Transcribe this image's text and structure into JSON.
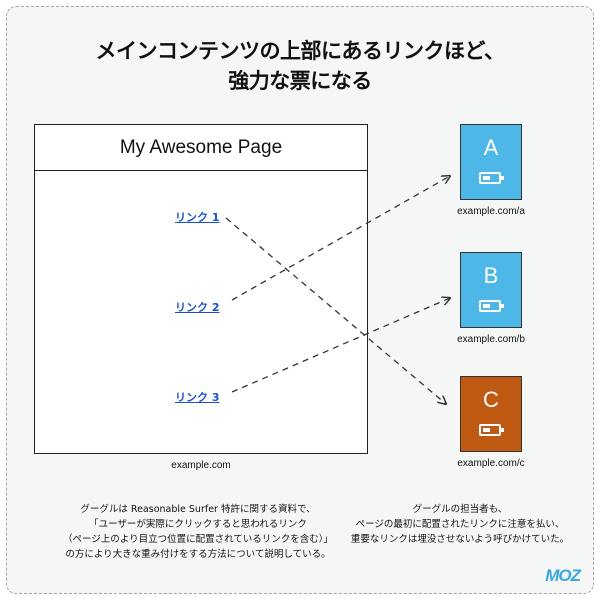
{
  "title": {
    "line1": "メインコンテンツの上部にあるリンクほど、",
    "line2": "強力な票になる"
  },
  "page": {
    "heading": "My Awesome Page",
    "links": [
      "リンク 1",
      "リンク 2",
      "リンク 3"
    ],
    "url": "example.com"
  },
  "targets": [
    {
      "letter": "A",
      "url": "example.com/a",
      "color": "#4db8e8",
      "icon": "battery-icon"
    },
    {
      "letter": "B",
      "url": "example.com/b",
      "color": "#4db8e8",
      "icon": "battery-icon"
    },
    {
      "letter": "C",
      "url": "example.com/c",
      "color": "#c05a12",
      "icon": "battery-icon"
    }
  ],
  "arrows": [
    {
      "from": "リンク 1",
      "to": "C"
    },
    {
      "from": "リンク 2",
      "to": "A"
    },
    {
      "from": "リンク 3",
      "to": "B"
    }
  ],
  "notes": {
    "left": [
      "グーグルは Reasonable Surfer 特許に関する資料で、",
      "「ユーザーが実際にクリックすると思われるリンク",
      "（ページ上のより目立つ位置に配置されているリンクを含む）」",
      "の方により大きな重み付けをする方法について説明している。"
    ],
    "right": [
      "グーグルの担当者も、",
      "ページの最初に配置されたリンクに注意を払い、",
      "重要なリンクは埋没させないよう呼びかけていた。"
    ]
  },
  "brand": {
    "logo": "MOZ",
    "color": "#3aa7e2"
  }
}
